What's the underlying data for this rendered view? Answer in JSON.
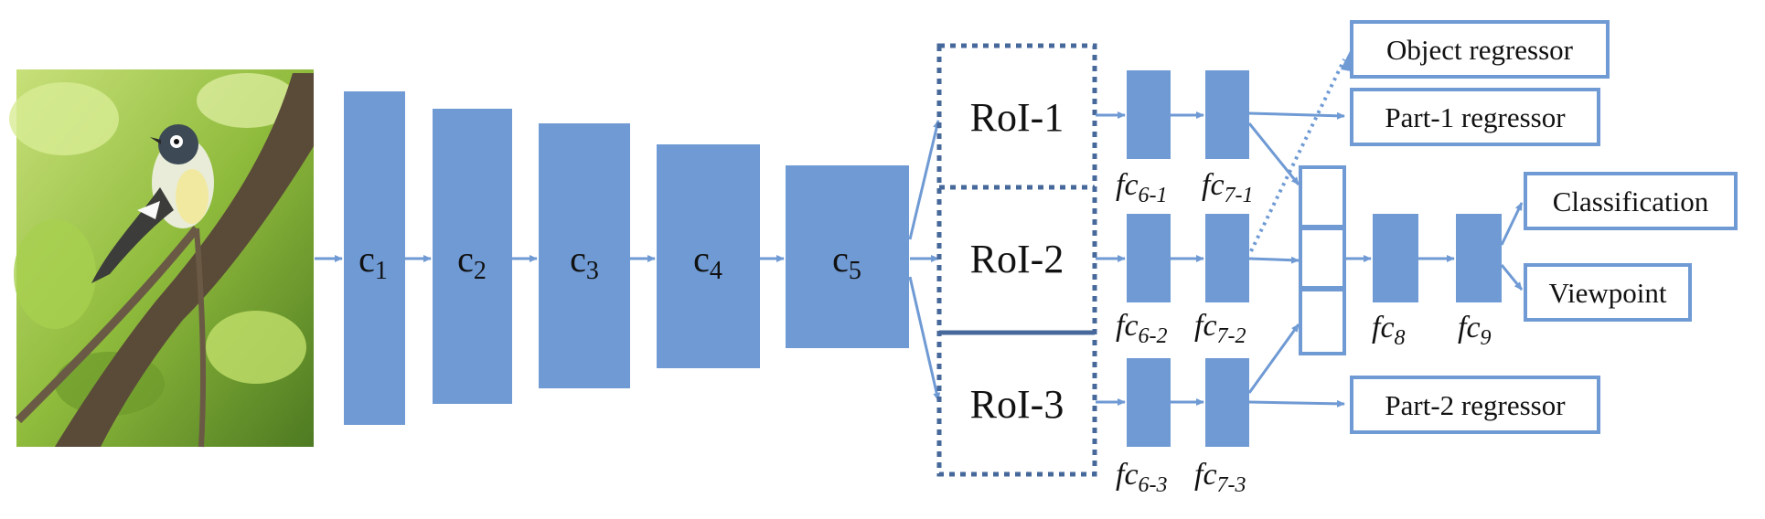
{
  "colors": {
    "block": "#6f9ad4",
    "line": "#6f9ad4",
    "roi_border": "#46689a",
    "text": "#111111"
  },
  "input_image": {
    "icon": "bird-photo-image"
  },
  "conv_layers": [
    {
      "base": "c",
      "sub": "1"
    },
    {
      "base": "c",
      "sub": "2"
    },
    {
      "base": "c",
      "sub": "3"
    },
    {
      "base": "c",
      "sub": "4"
    },
    {
      "base": "c",
      "sub": "5"
    }
  ],
  "rois": [
    "RoI-1",
    "RoI-2",
    "RoI-3"
  ],
  "fc_layers": {
    "fc6_1": {
      "base": "fc",
      "sub": "6-1"
    },
    "fc7_1": {
      "base": "fc",
      "sub": "7-1"
    },
    "fc6_2": {
      "base": "fc",
      "sub": "6-2"
    },
    "fc7_2": {
      "base": "fc",
      "sub": "7-2"
    },
    "fc6_3": {
      "base": "fc",
      "sub": "6-3"
    },
    "fc7_3": {
      "base": "fc",
      "sub": "7-3"
    },
    "fc8": {
      "base": "fc",
      "sub": "8"
    },
    "fc9": {
      "base": "fc",
      "sub": "9"
    }
  },
  "outputs": {
    "object_regressor": "Object regressor",
    "part1_regressor": "Part-1 regressor",
    "part2_regressor": "Part-2 regressor",
    "classification": "Classification",
    "viewpoint": "Viewpoint"
  }
}
